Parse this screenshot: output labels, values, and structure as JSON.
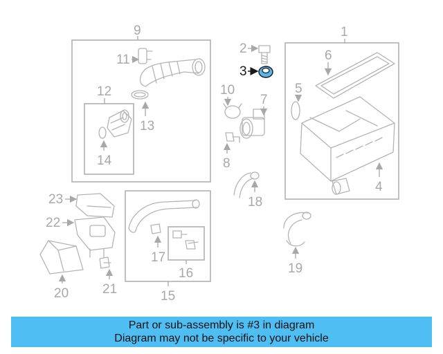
{
  "diagram": {
    "callouts": [
      "1",
      "2",
      "3",
      "4",
      "5",
      "6",
      "7",
      "8",
      "9",
      "10",
      "11",
      "12",
      "13",
      "14",
      "15",
      "16",
      "17",
      "18",
      "19",
      "20",
      "21",
      "22",
      "23"
    ],
    "highlighted": "3",
    "highlight_color": "#1a1a1a",
    "part_color": "#b4b4b4"
  },
  "banner": {
    "line1": "Part or sub-assembly is #3 in diagram",
    "line2": "Diagram may not be specific to your vehicle",
    "background": "#4fbef3"
  }
}
